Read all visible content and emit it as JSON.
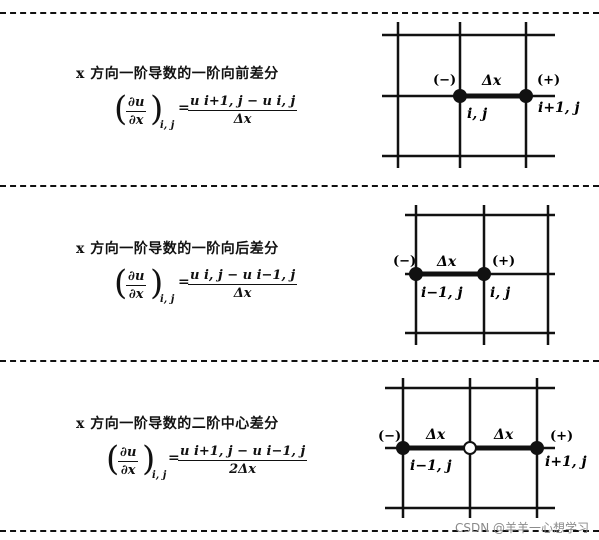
{
  "panels": [
    {
      "title": "x 方向一阶导数的一阶向前差分",
      "lhs_num": "∂u",
      "lhs_den": "∂x",
      "lhs_sub": "i, j",
      "rhs_num": "u i+1, j − u i, j",
      "rhs_den": "Δx",
      "labels": {
        "minus": "(−)",
        "plus": "(+)",
        "dx": "Δx",
        "node_a": "i, j",
        "node_b": "i+1, j"
      }
    },
    {
      "title": "x 方向一阶导数的一阶向后差分",
      "lhs_num": "∂u",
      "lhs_den": "∂x",
      "lhs_sub": "i, j",
      "rhs_num": "u i, j − u i−1, j",
      "rhs_den": "Δx",
      "labels": {
        "minus": "(−)",
        "plus": "(+)",
        "dx": "Δx",
        "node_a": "i−1, j",
        "node_b": "i, j"
      }
    },
    {
      "title": "x 方向一阶导数的二阶中心差分",
      "lhs_num": "∂u",
      "lhs_den": "∂x",
      "lhs_sub": "i, j",
      "rhs_num": "u i+1, j − u i−1, j",
      "rhs_den": "2Δx",
      "labels": {
        "minus": "(−)",
        "plus": "(+)",
        "dx1": "Δx",
        "dx2": "Δx",
        "node_a": "i−1, j",
        "node_b": "i+1, j"
      }
    }
  ],
  "watermark": "CSDN @羊羊一心想学习"
}
